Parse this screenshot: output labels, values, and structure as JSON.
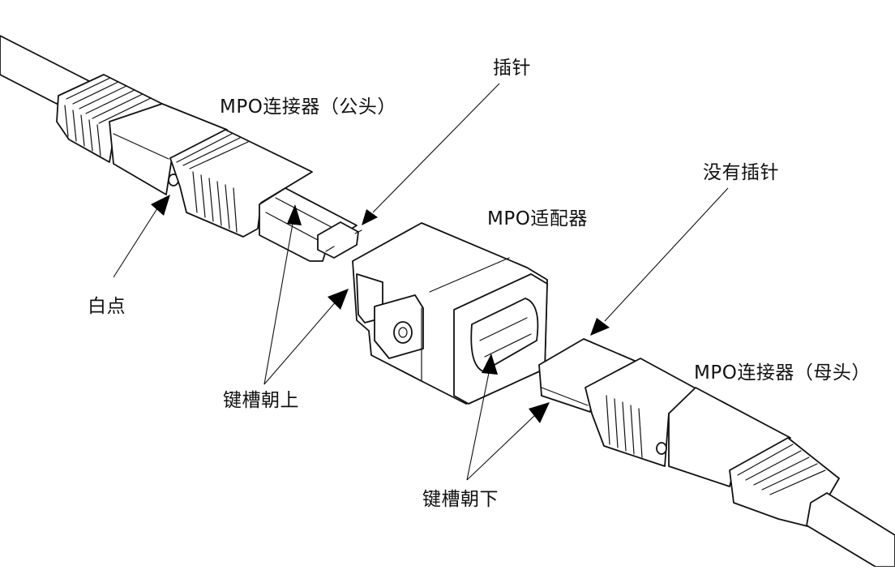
{
  "diagram": {
    "subject": "MPO connector mating diagram",
    "colors": {
      "line": "#111111",
      "background": "#ffffff",
      "arrow": "#000000"
    },
    "labels": {
      "male_connector": "MPO连接器（公头）",
      "guide_pin": "插针",
      "adapter": "MPO适配器",
      "no_pin": "没有插针",
      "white_dot": "白点",
      "key_up": "键槽朝上",
      "female_connector": "MPO连接器（母头）",
      "key_down": "键槽朝下"
    },
    "components": [
      {
        "id": "male-connector",
        "label_ref": "male_connector"
      },
      {
        "id": "adapter",
        "label_ref": "adapter"
      },
      {
        "id": "female-connector",
        "label_ref": "female_connector"
      }
    ]
  }
}
